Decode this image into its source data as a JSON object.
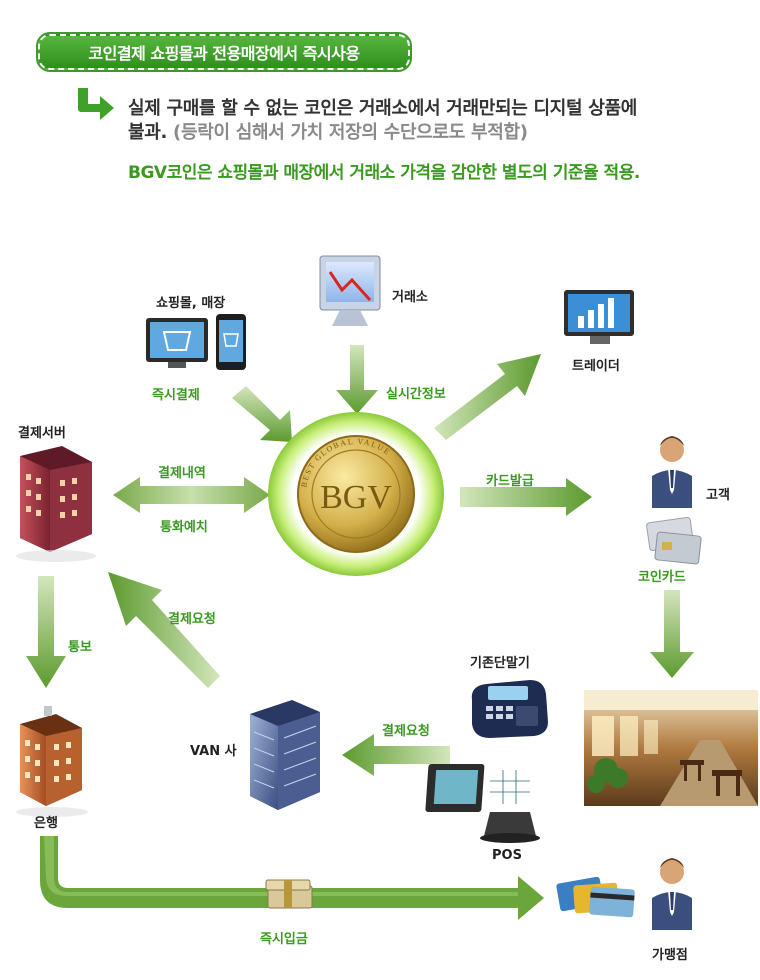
{
  "header": {
    "title": "코인결제 쇼핑몰과 전용매장에서 즉시사용",
    "line1": "실제 구매를 할 수 없는 코인은 거래소에서 거래만되는 디지털 상품에",
    "line2_dark": "불과.",
    "line2_gray": " (등락이 심해서 가치 저장의 수단으로도 부적합)",
    "line3": "BGV코인은 쇼핑몰과 매장에서 거래소 가격을 감안한 별도의 기준율 적용."
  },
  "coin": {
    "center_text": "BGV",
    "ring_text": "BEST GLOBAL VALUE"
  },
  "nodes": {
    "shopping": "쇼핑몰, 매장",
    "exchange": "거래소",
    "trader": "트레이더",
    "payment_server": "결제서버",
    "customer": "고객",
    "coin_card": "코인카드",
    "bank": "은행",
    "van": "VAN 사",
    "terminal": "기존단말기",
    "pos": "POS",
    "merchant": "가맹점"
  },
  "arrows": {
    "instant_pay": "즉시결제",
    "realtime_info": "실시간정보",
    "payment_history": "결제내역",
    "currency_deposit": "통화예치",
    "card_issue": "카드발급",
    "notify": "통보",
    "payment_request_1": "결제요청",
    "payment_request_2": "결제요청",
    "instant_deposit": "즉시입금"
  },
  "colors": {
    "green_dark": "#3a9a20",
    "arrow_green": "#79a94a",
    "arrow_green_light": "#c5dca8"
  }
}
